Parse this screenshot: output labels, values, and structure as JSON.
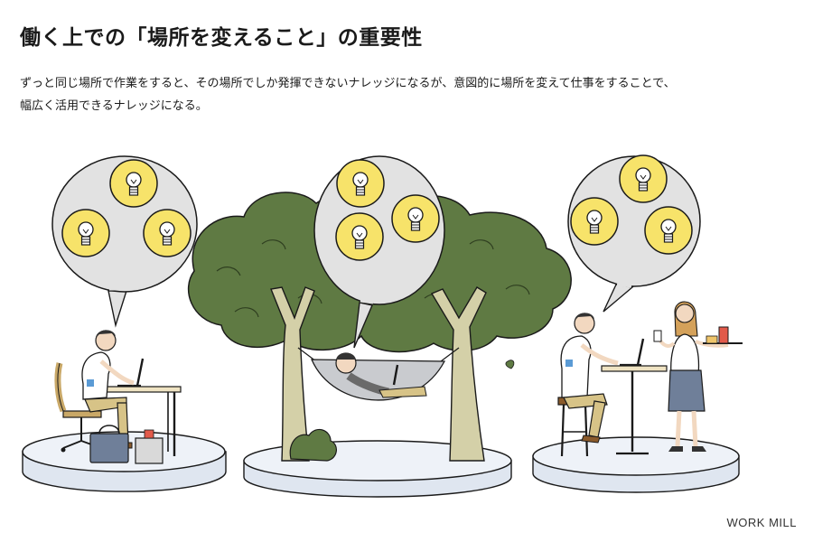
{
  "header": {
    "title": "働く上での「場所を変えること」の重要性"
  },
  "body": {
    "lead_line1": "ずっと同じ場所で作業をすると、その場所でしか発揮できないナレッジになるが、意図的に場所を変えて仕事をすることで、",
    "lead_line2": "幅広く活用できるナレッジになる。"
  },
  "footer": {
    "credit": "WORK MILL"
  },
  "colors": {
    "bulb_fill": "#f7e36a",
    "tree_canopy": "#5f7a43",
    "trunk": "#d4d0a8",
    "platform_top": "#e9eef6",
    "platform_edge": "#b8c2d2"
  },
  "icons": [
    "lightbulb-icon",
    "laptop-icon"
  ],
  "scenes": [
    {
      "name": "desk-scene"
    },
    {
      "name": "hammock-scene"
    },
    {
      "name": "cafe-scene"
    }
  ]
}
